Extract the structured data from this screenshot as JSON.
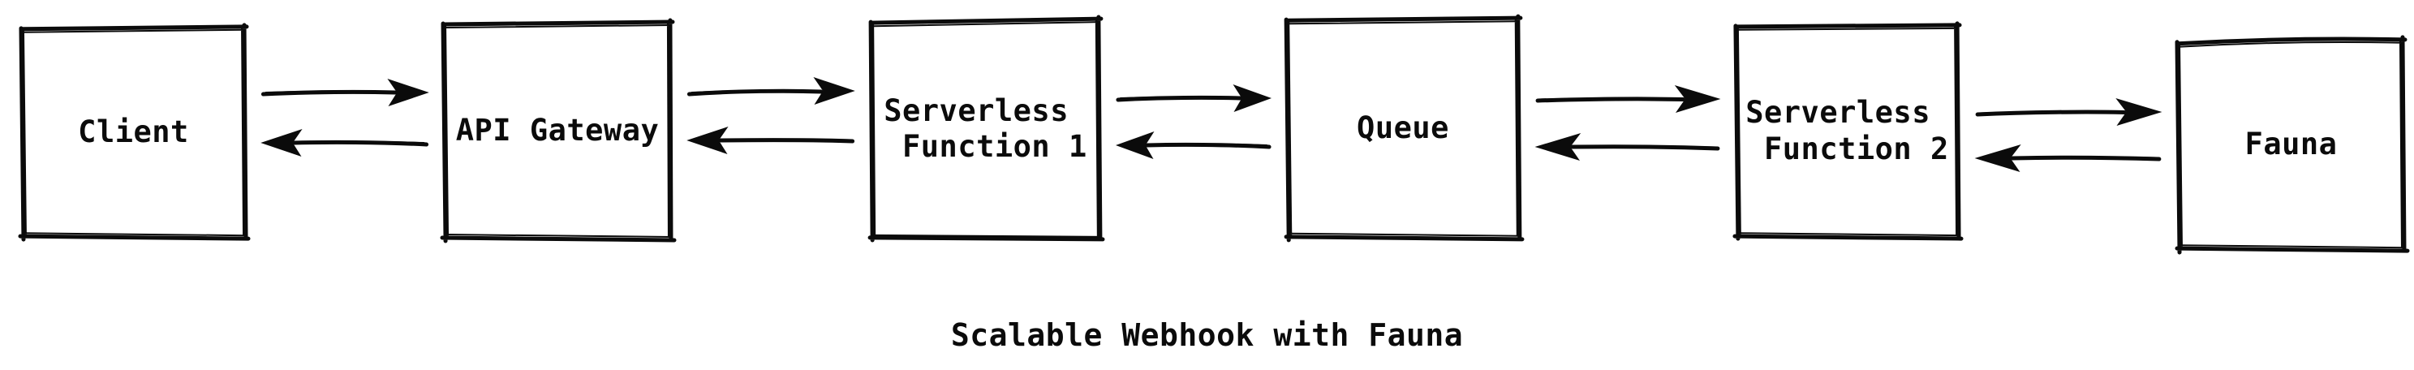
{
  "diagram": {
    "caption": "Scalable Webhook with Fauna",
    "ink_color": "#0b0b0b",
    "background_color": "#ffffff",
    "style": "hand-drawn sketch",
    "nodes": [
      {
        "id": "client",
        "label": "Client"
      },
      {
        "id": "api-gateway",
        "label": "API Gateway"
      },
      {
        "id": "serverless-function-1",
        "label": "Serverless\n Function 1"
      },
      {
        "id": "queue",
        "label": "Queue"
      },
      {
        "id": "serverless-function-2",
        "label": "Serverless\n Function 2"
      },
      {
        "id": "fauna",
        "label": "Fauna"
      }
    ],
    "connections": [
      {
        "from": "Client",
        "to": "API Gateway",
        "direction": "both"
      },
      {
        "from": "API Gateway",
        "to": "Serverless Function 1",
        "direction": "both"
      },
      {
        "from": "Serverless Function 1",
        "to": "Queue",
        "direction": "both"
      },
      {
        "from": "Queue",
        "to": "Serverless Function 2",
        "direction": "both"
      },
      {
        "from": "Serverless Function 2",
        "to": "Fauna",
        "direction": "both"
      }
    ]
  }
}
